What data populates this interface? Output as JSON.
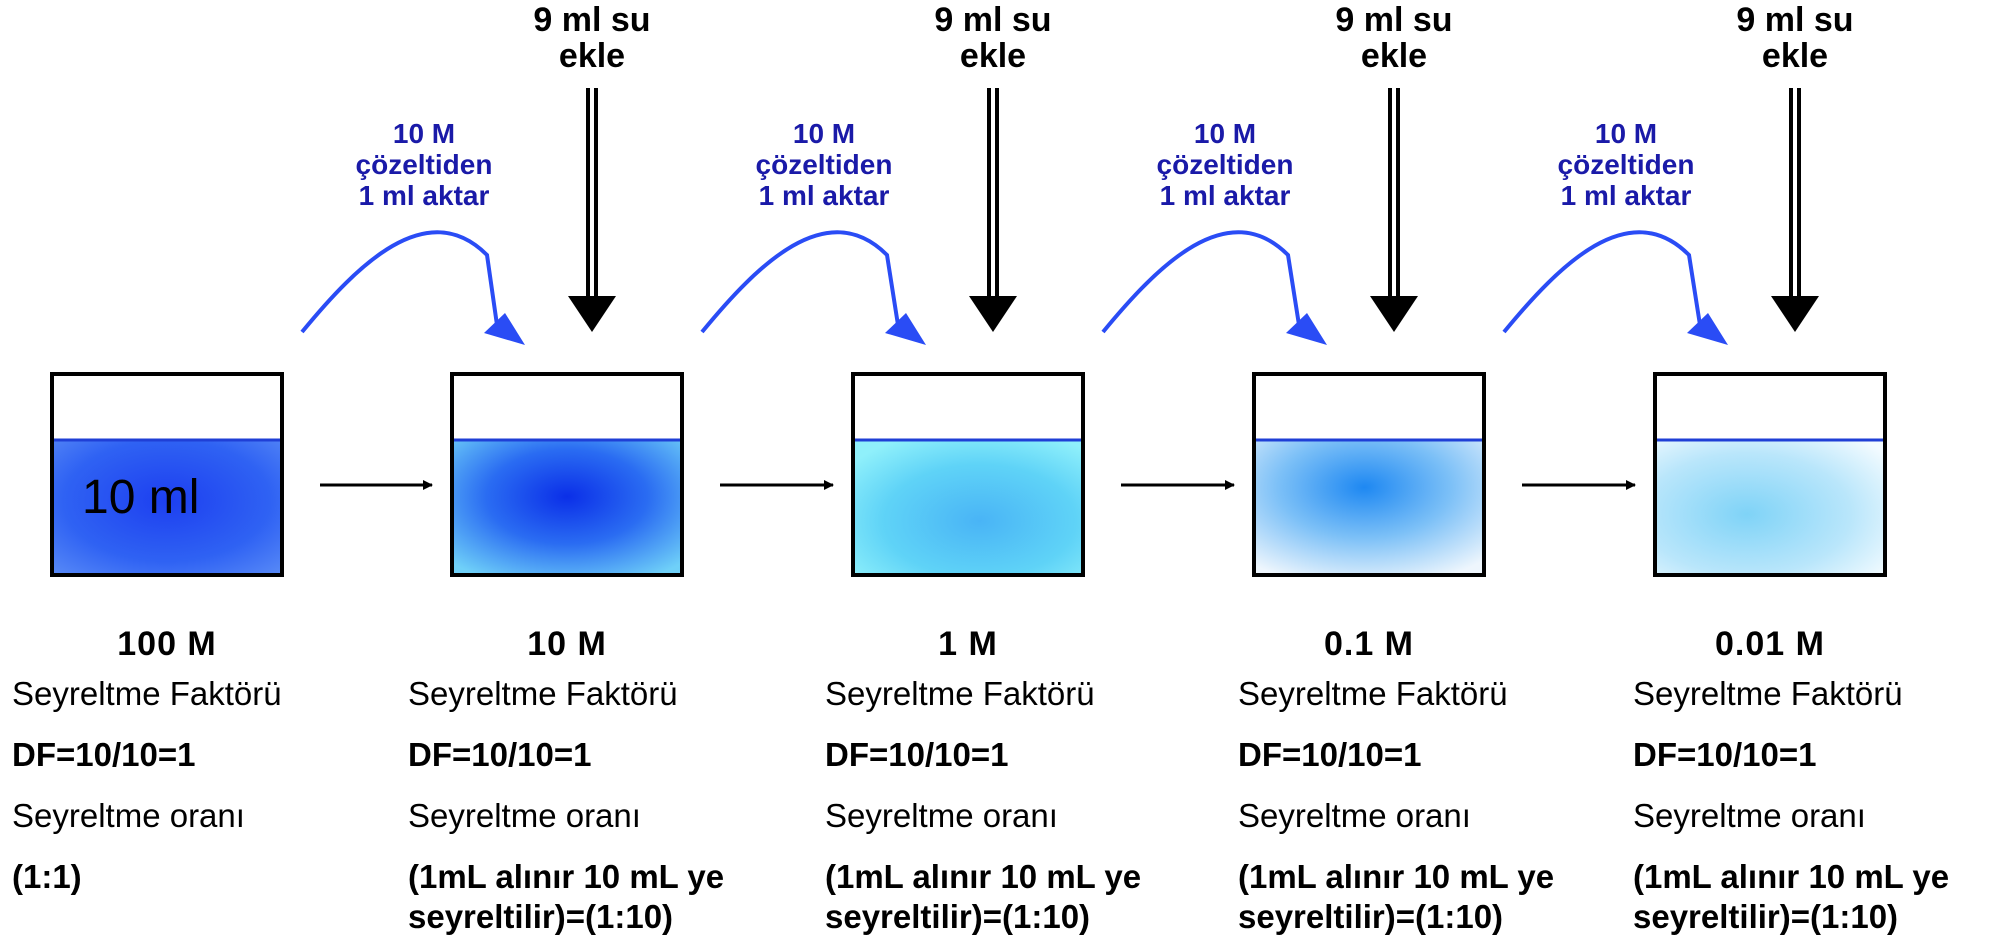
{
  "colors": {
    "transfer_text": "#1a1aa8",
    "transfer_arrow": "#2a4cf5",
    "beaker_border": "#000000",
    "liquid_edge": "#1f3fd6"
  },
  "initial_volume": "10 ml",
  "water_label": "9 ml su ekle",
  "transfer_label": [
    "10 M",
    "çözeltiden",
    "1 ml aktar"
  ],
  "beakers": [
    {
      "concentration": "100 M",
      "factor_label": "Seyreltme Faktörü",
      "df": "DF=10/10=1",
      "ratio_label": "Seyreltme oranı",
      "ratio": "(1:1)"
    },
    {
      "concentration": "10 M",
      "factor_label": "Seyreltme Faktörü",
      "df": "DF=10/10=1",
      "ratio_label": "Seyreltme oranı",
      "ratio": "(1mL alınır 10 mL ye seyreltilir)=(1:10)"
    },
    {
      "concentration": "1 M",
      "factor_label": "Seyreltme Faktörü",
      "df": "DF=10/10=1",
      "ratio_label": "Seyreltme oranı",
      "ratio": "(1mL alınır 10 mL ye seyreltilir)=(1:10)"
    },
    {
      "concentration": "0.1 M",
      "factor_label": "Seyreltme Faktörü",
      "df": "DF=10/10=1",
      "ratio_label": "Seyreltme oranı",
      "ratio": "(1mL alınır 10 mL ye seyreltilir)=(1:10)"
    },
    {
      "concentration": "0.01 M",
      "factor_label": "Seyreltme Faktörü",
      "df": "DF=10/10=1",
      "ratio_label": "Seyreltme oranı",
      "ratio": "(1mL alınır 10 mL ye seyreltilir)=(1:10)"
    }
  ]
}
